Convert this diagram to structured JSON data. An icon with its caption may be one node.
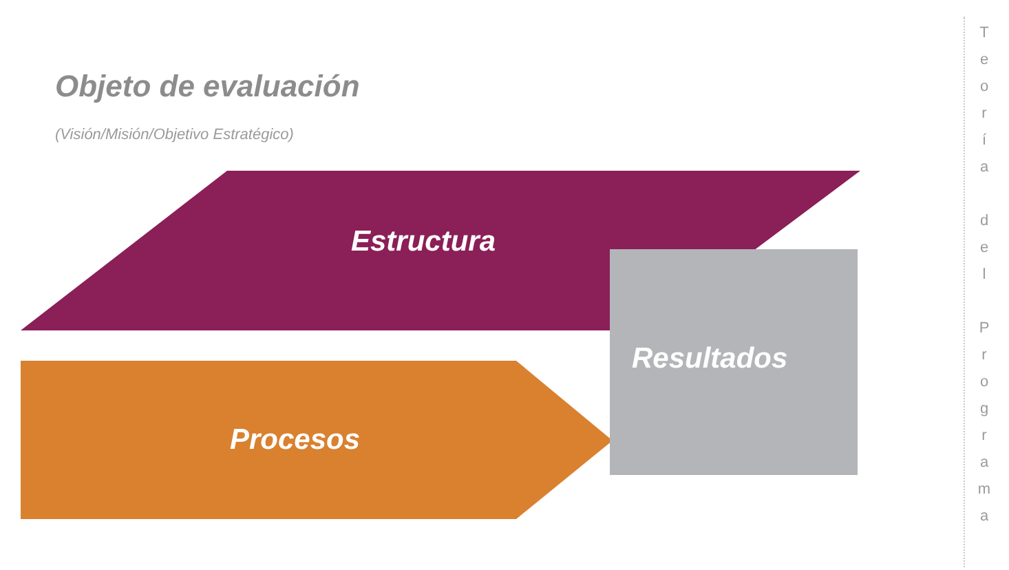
{
  "diagram": {
    "title": "Objeto de evaluación",
    "nodes": [
      {
        "text": [
          "Estructura"
        ]
      },
      {
        "text": [
          "Resultados"
        ]
      },
      {
        "text": [
          "Procesos"
        ]
      }
    ],
    "labels": [
      "(Visión/Misión/Objetivo Estratégico)",
      "Teoría del Programa"
    ]
  }
}
